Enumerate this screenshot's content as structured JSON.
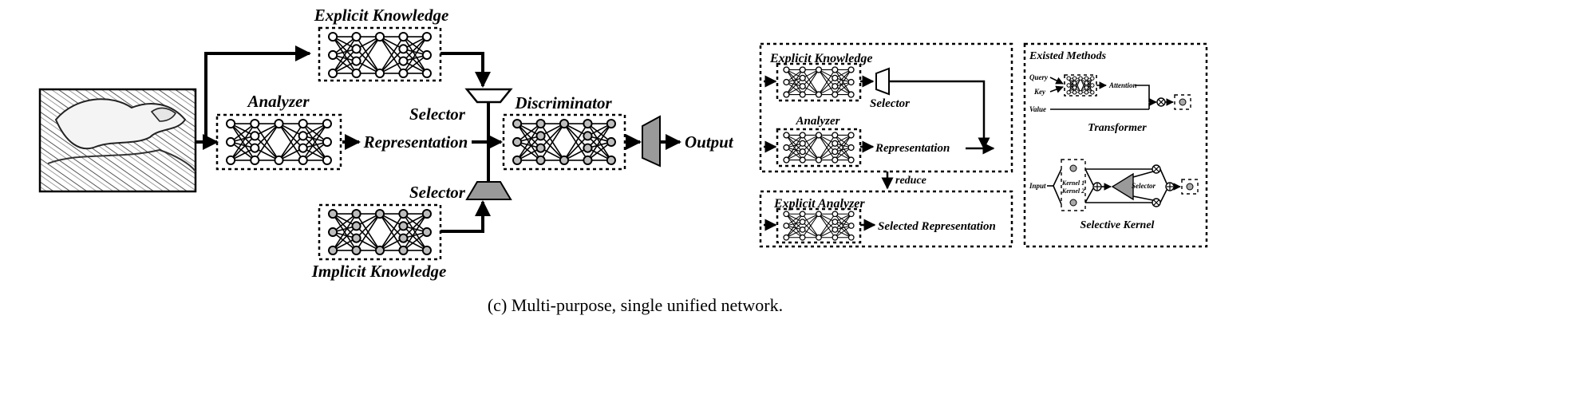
{
  "main": {
    "explicit_knowledge": "Explicit Knowledge",
    "analyzer": "Analyzer",
    "representation": "Representation",
    "selector_top": "Selector",
    "selector_bottom": "Selector",
    "discriminator": "Discriminator",
    "output": "Output",
    "implicit_knowledge": "Implicit Knowledge"
  },
  "panel_a": {
    "explicit_knowledge": "Explicit Knowledge",
    "selector": "Selector",
    "analyzer": "Analyzer",
    "representation": "Representation",
    "reduce": "reduce"
  },
  "panel_b": {
    "explicit_analyzer": "Explicit Analyzer",
    "selected_representation": "Selected Representation"
  },
  "existed": {
    "title": "Existed Methods",
    "query": "Query",
    "key": "Key",
    "value": "Value",
    "attention": "Attention",
    "transformer": "Transformer",
    "input": "Input",
    "kernel1": "Kernel 1",
    "kernel2": "Kernel 2",
    "selector": "Selector",
    "selective_kernel": "Selective Kernel"
  },
  "caption": "(c) Multi-purpose, single unified network.",
  "colors": {
    "ink": "#000000",
    "gray": "#9a9a9a",
    "light_gray": "#c8c8c8"
  }
}
